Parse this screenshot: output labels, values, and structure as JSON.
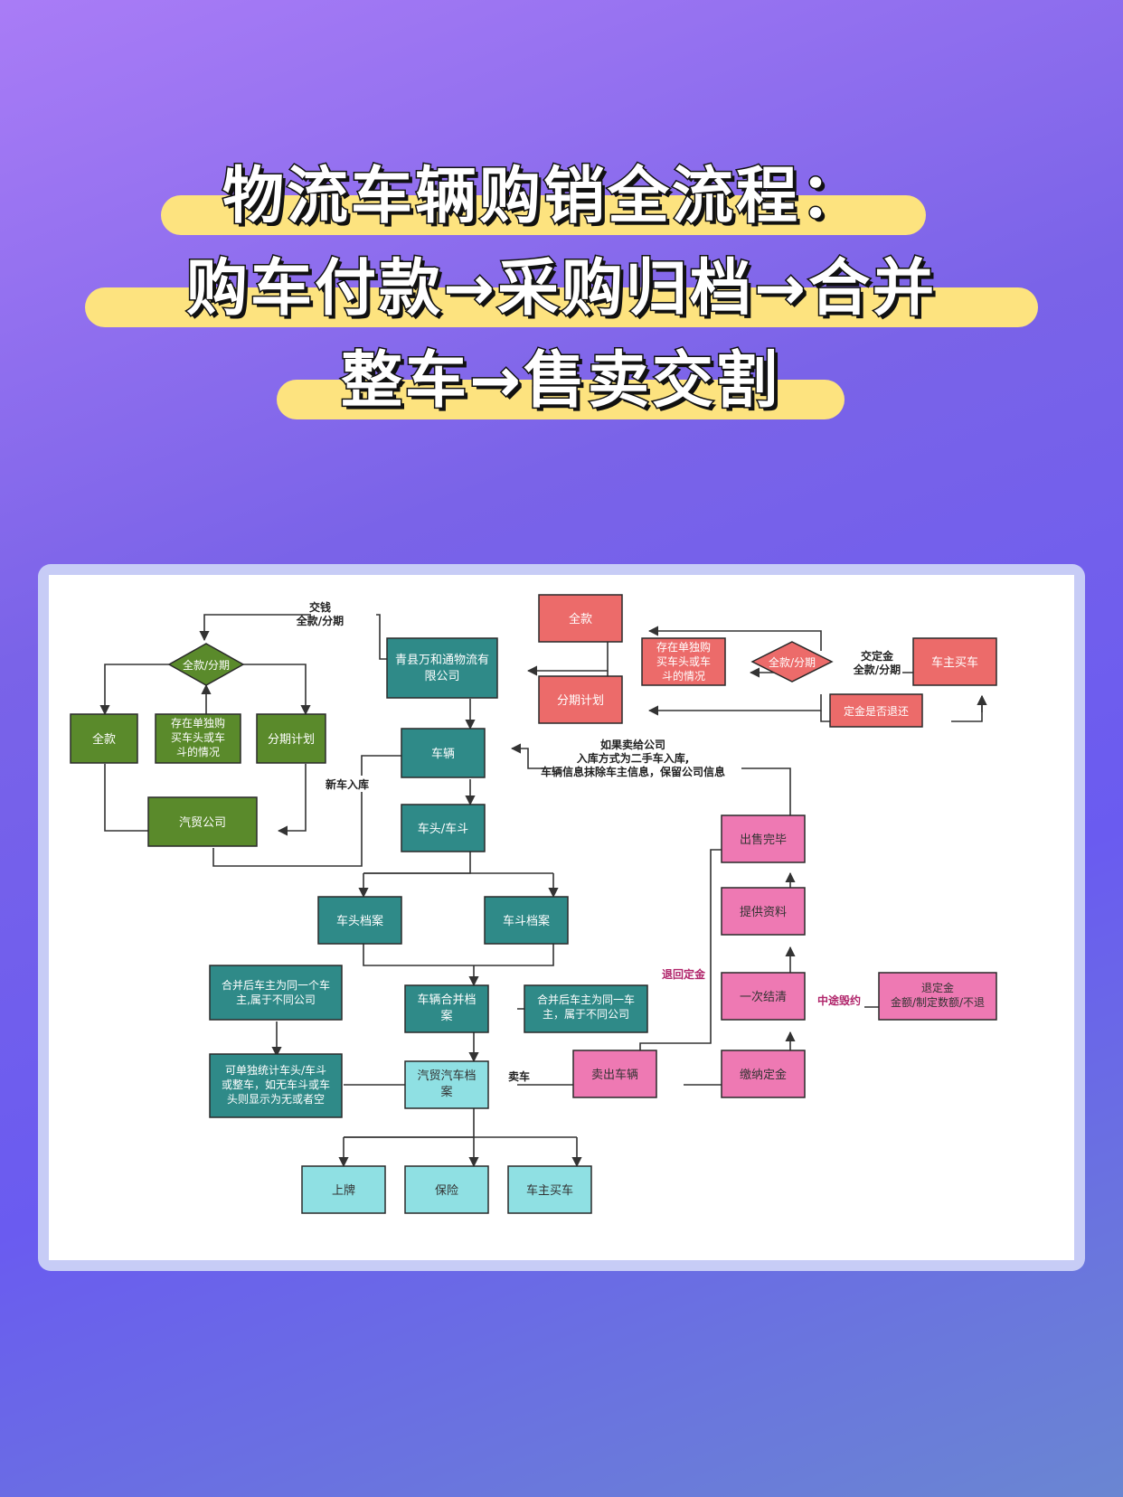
{
  "title": {
    "lines": [
      "物流车辆购销全流程：",
      "购车付款→采购归档→合并",
      "整车→售卖交割"
    ]
  },
  "colors": {
    "green": "#5a8a2b",
    "teal": "#2f8a88",
    "light_teal": "#8fe0e3",
    "red": "#ec6b6a",
    "pink": "#ee79b3",
    "highlight": "#fde37f",
    "pink_label": "#b0246a"
  },
  "diagram": {
    "nodes": {
      "g_decision": "全款/分期",
      "g_full": "全款",
      "g_separate": [
        "存在单独购",
        "买车头或车",
        "斗的情况"
      ],
      "g_install": "分期计划",
      "g_trade": "汽贸公司",
      "t_company": [
        "青县万和通物流有",
        "限公司"
      ],
      "t_vehicle": "车辆",
      "t_headbucket": "车头/车斗",
      "t_headfile": "车头档案",
      "t_bucketfile": "车斗档案",
      "t_merge": [
        "车辆合并档",
        "案"
      ],
      "t_note_left": [
        "合并后车主为同一个车",
        "主,属于不同公司"
      ],
      "t_note_right": [
        "合并后车主为同一车",
        "主，属于不同公司"
      ],
      "t_stat": [
        "可单独统计车头/车斗",
        "或整车，如无车斗或车",
        "头则显示为无或者空"
      ],
      "lt_tradefile": [
        "汽贸汽车档",
        "案"
      ],
      "lt_plate": "上牌",
      "lt_insurance": "保险",
      "lt_owner": "车主买车",
      "r_full": "全款",
      "r_install": "分期计划",
      "r_separate": [
        "存在单独购",
        "买车头或车",
        "斗的情况"
      ],
      "r_decision": "全款/分期",
      "r_owner": "车主买车",
      "r_refund_q": "定金是否退还",
      "p_sold": "出售完毕",
      "p_docs": "提供资料",
      "p_settle": "一次结清",
      "p_refund": [
        "退定金",
        "金额/制定数额/不退"
      ],
      "p_sell": "卖出车辆",
      "p_deposit": "缴纳定金"
    },
    "edge_labels": {
      "pay_money": [
        "交钱",
        "全款/分期"
      ],
      "new_car": "新车入库",
      "deposit": [
        "交定金",
        "全款/分期"
      ],
      "sell_to_company": [
        "如果卖给公司",
        "入库方式为二手车入库,",
        "车辆信息抹除车主信息，保留公司信息"
      ],
      "return_deposit": "退回定金",
      "sell_car": "卖车",
      "mid_default": "中途毁约"
    }
  }
}
